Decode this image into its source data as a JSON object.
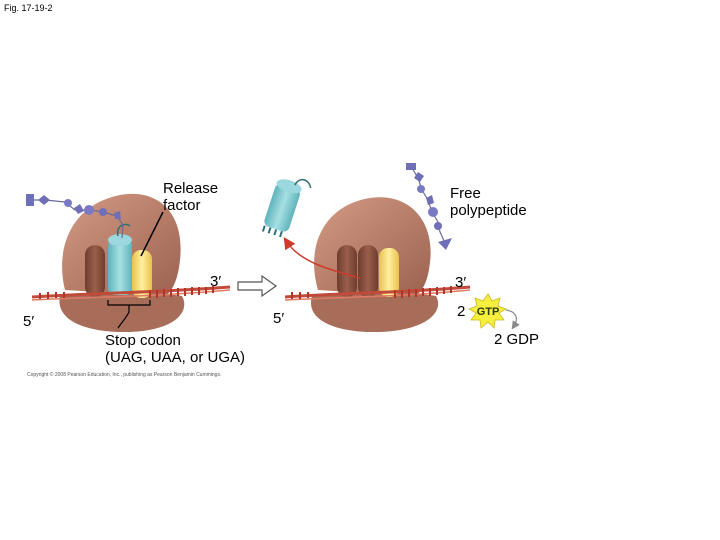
{
  "figure_label": "Fig. 17-19-2",
  "labels": {
    "release_factor": [
      "Release",
      "factor"
    ],
    "free_polypeptide": [
      "Free",
      "polypeptide"
    ],
    "stop_codon": [
      "Stop codon",
      "(UAG, UAA, or UGA)"
    ],
    "left_5prime": "5′",
    "left_3prime": "3′",
    "right_5prime": "5′",
    "right_3prime": "3′",
    "gtp_count": "2",
    "gtp": "GTP",
    "gdp": "2 GDP"
  },
  "copyright": "Copyright © 2008 Pearson Education, Inc., publishing as Pearson Benjamin Cummings.",
  "colors": {
    "ribosome": "#b97c68",
    "ribosome_dark": "#8b5845",
    "mrna": "#c24a3a",
    "release_factor": "#7cc9cf",
    "trna_yellow": "#f4d86a",
    "polypeptide": "#6f6fb8",
    "gtp_star": "#f6ef3d",
    "arrow_red": "#cc3b2e"
  }
}
